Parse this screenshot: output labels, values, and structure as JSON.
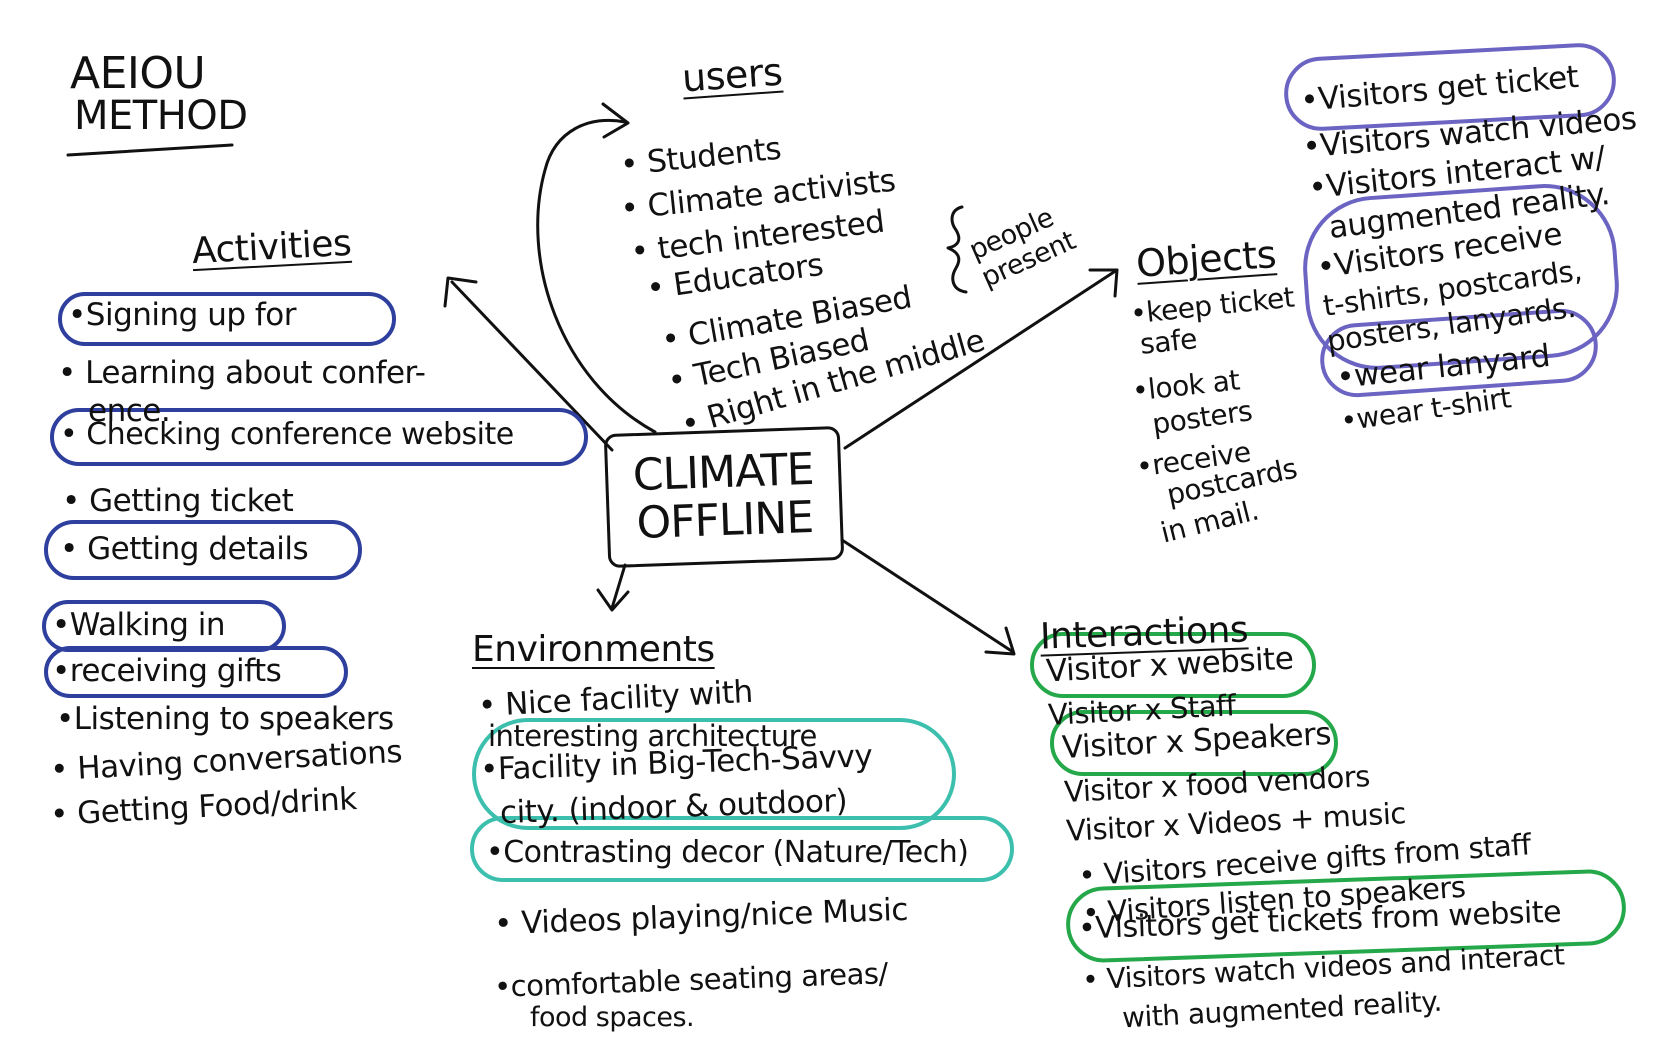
{
  "title": {
    "line1": "AEIOU",
    "line2": "METHOD"
  },
  "center": {
    "line1": "CLIMATE",
    "line2": "OFFLINE"
  },
  "activities": {
    "heading": "Activities",
    "items": [
      "•Signing up for",
      "• Learning about confer-",
      "ence.",
      "• Checking conference website",
      "• Getting ticket",
      "• Getting details",
      "•Walking in",
      "•receiving gifts",
      "•Listening to speakers",
      "• Having conversations",
      "• Getting Food/drink"
    ]
  },
  "users": {
    "heading": "users",
    "items": [
      "• Students",
      "• Climate activists",
      "• tech interested",
      "• Educators",
      "• Climate Biased",
      "• Tech Biased",
      "• Right in the middle"
    ],
    "bracket_note": "people present"
  },
  "objects": {
    "heading": "Objects",
    "items": [
      "•keep ticket",
      "safe",
      "•look at",
      "posters",
      "•receive",
      "postcards",
      "in mail."
    ]
  },
  "objects_right": {
    "items": [
      "•Visitors get ticket",
      "•Visitors watch videos",
      "•Visitors interact w/",
      "augmented reality.",
      "•Visitors receive",
      "t-shirts, postcards,",
      "posters, lanyards.",
      "•wear lanyard",
      "•wear t-shirt"
    ]
  },
  "environments": {
    "heading": "Environments",
    "items": [
      "• Nice facility with",
      "interesting architecture",
      "•Facility in Big-Tech-Savvy",
      "city. (indoor & outdoor)",
      "•Contrasting decor (Nature/Tech)",
      "• Videos playing/nice Music",
      "•comfortable seating areas/",
      "food spaces."
    ]
  },
  "interactions": {
    "heading": "Interactions",
    "items": [
      "Visitor x website",
      "Visitor x Staff",
      "Visitor x Speakers",
      "Visitor x food vendors",
      "Visitor x Videos + music",
      "• Visitors receive gifts from staff",
      "• Visitors listen to speakers",
      "•Visitors get tickets from website",
      "• Visitors watch videos and interact",
      "with augmented reality."
    ]
  },
  "colors": {
    "ink": "#111111",
    "activities_highlight": "#2e3f9e",
    "objects_highlight": "#6b64c2",
    "environments_highlight": "#3dbfae",
    "interactions_highlight": "#25a84a"
  }
}
